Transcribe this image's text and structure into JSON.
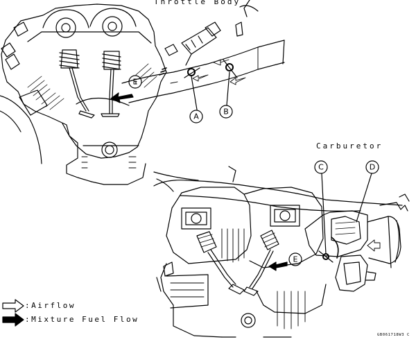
{
  "titles": {
    "throttle_body": "Throttle Body",
    "carburetor": "Carburetor"
  },
  "callouts": {
    "a": "A",
    "b": "B",
    "c": "C",
    "d": "D",
    "e_top": "E",
    "e_bottom": "E"
  },
  "legend": {
    "airflow": ":Airflow",
    "mixture": ":Mixture Fuel Flow"
  },
  "figure_code": "GB061718W3 C"
}
